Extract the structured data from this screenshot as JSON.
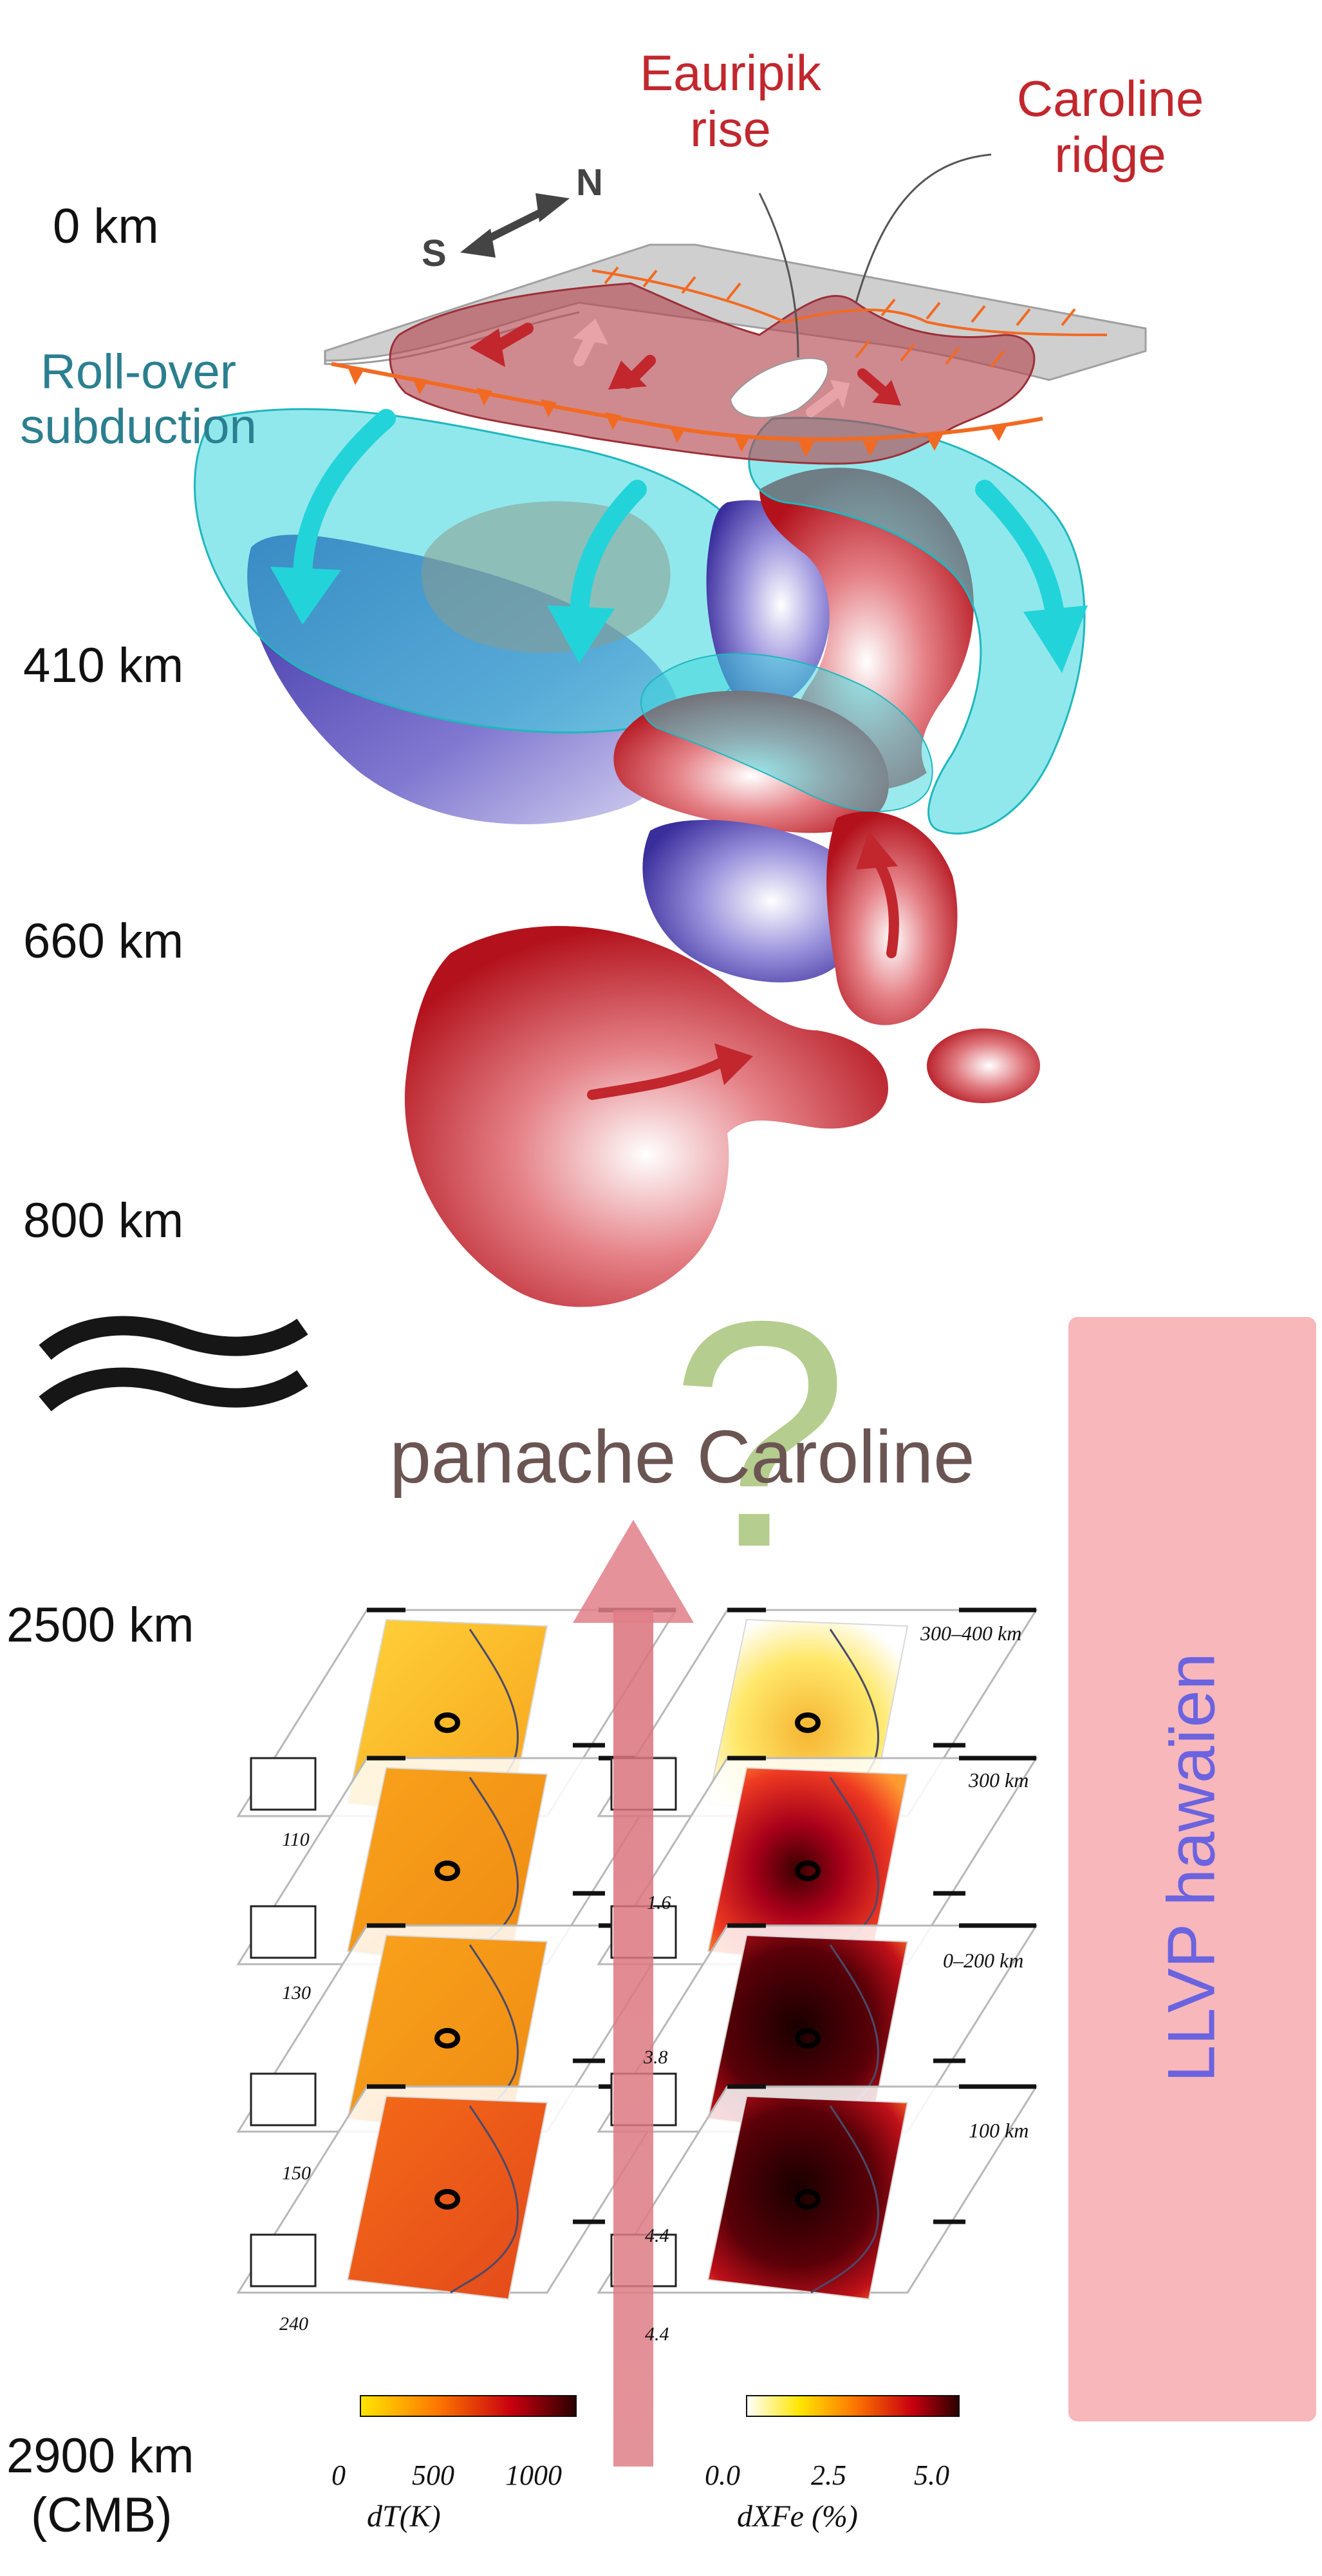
{
  "depth_labels": {
    "d0": "0 km",
    "d410": "410 km",
    "d660": "660 km",
    "d800": "800 km",
    "d2500": "2500 km",
    "d2900": "2900 km",
    "cmb": "(CMB)"
  },
  "features": {
    "eauripik_line1": "Eauripik",
    "eauripik_line2": "rise",
    "caroline_line1": "Caroline",
    "caroline_line2": "ridge",
    "rollover_line1": "Roll-over",
    "rollover_line2": "subduction"
  },
  "compass": {
    "south": "S",
    "north": "N"
  },
  "center_label": "panache Caroline",
  "question_mark": "?",
  "llvp_label": "LLVP hawaïen",
  "left_column": {
    "panel_numbers": [
      "110",
      "130",
      "150",
      "240"
    ]
  },
  "right_column": {
    "panel_numbers": [
      "1.6",
      "3.8",
      "4.4",
      "4.4"
    ],
    "depth_tags": [
      "300–400 km",
      "300 km",
      "0–200 km",
      "100 km"
    ]
  },
  "colorbar_left": {
    "ticks": [
      "0",
      "500",
      "1000"
    ],
    "label": "dT(K)",
    "colors": [
      "#ffe600",
      "#ff7a00",
      "#c8000f",
      "#2a0000"
    ]
  },
  "colorbar_right": {
    "ticks": [
      "0.0",
      "2.5",
      "5.0"
    ],
    "label": "dXFe (%)",
    "colors": [
      "#ffffff",
      "#ffe600",
      "#ff7a00",
      "#c8000f",
      "#2a0000"
    ]
  },
  "colors": {
    "plume_red": "#c1272d",
    "slab_cyan": "#36d6dc",
    "cold_blue": "#4a3eb0",
    "plate_gray": "#c9c9c9",
    "llvp_pink": "#f7b7bb",
    "question_green": "#a8c47a"
  }
}
